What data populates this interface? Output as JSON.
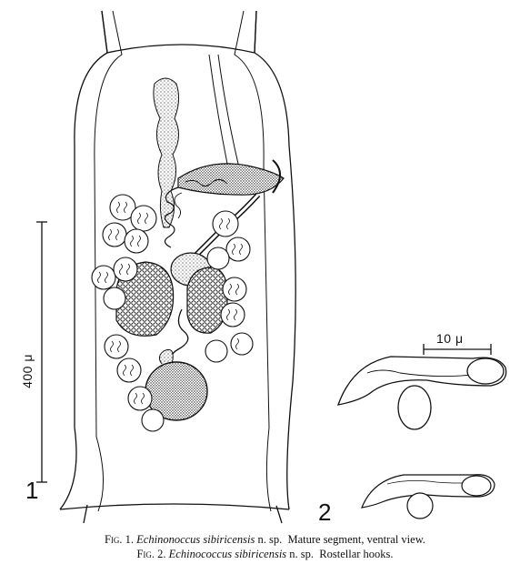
{
  "figure_labels": {
    "fig1_number": "1",
    "fig2_number": "2"
  },
  "scale_bars": {
    "segment_scale": "400 μ",
    "hook_scale": "10 μ"
  },
  "captions": [
    {
      "prefix": "Fig. 1.",
      "species": "Echinonoccus sibiricensis",
      "rest": " n. sp.  Mature segment, ventral view."
    },
    {
      "prefix": "Fig. 2.",
      "species": "Echinococcus sibiricensis",
      "rest": " n. sp.  Rostellar hooks."
    }
  ]
}
